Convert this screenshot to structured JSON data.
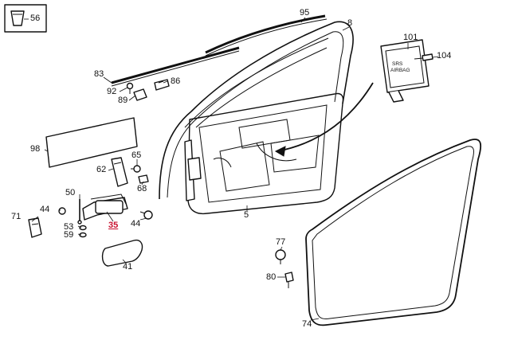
{
  "diagram": {
    "highlight_color": "#c8102e",
    "airbag_label_line1": "SRS",
    "airbag_label_line2": "AIRBAG",
    "callouts": [
      {
        "id": "56",
        "text": "56",
        "highlighted": false
      },
      {
        "id": "95",
        "text": "95",
        "highlighted": false
      },
      {
        "id": "8",
        "text": "8",
        "highlighted": false
      },
      {
        "id": "101",
        "text": "101",
        "highlighted": false
      },
      {
        "id": "104",
        "text": "104",
        "highlighted": false
      },
      {
        "id": "83",
        "text": "83",
        "highlighted": false
      },
      {
        "id": "86",
        "text": "86",
        "highlighted": false
      },
      {
        "id": "92",
        "text": "92",
        "highlighted": false
      },
      {
        "id": "89",
        "text": "89",
        "highlighted": false
      },
      {
        "id": "98",
        "text": "98",
        "highlighted": false
      },
      {
        "id": "65",
        "text": "65",
        "highlighted": false
      },
      {
        "id": "62",
        "text": "62",
        "highlighted": false
      },
      {
        "id": "68",
        "text": "68",
        "highlighted": false
      },
      {
        "id": "50",
        "text": "50",
        "highlighted": false
      },
      {
        "id": "71",
        "text": "71",
        "highlighted": false
      },
      {
        "id": "44a",
        "text": "44",
        "highlighted": false
      },
      {
        "id": "35",
        "text": "35",
        "highlighted": true
      },
      {
        "id": "53",
        "text": "53",
        "highlighted": false
      },
      {
        "id": "59",
        "text": "59",
        "highlighted": false
      },
      {
        "id": "44b",
        "text": "44",
        "highlighted": false
      },
      {
        "id": "5",
        "text": "5",
        "highlighted": false
      },
      {
        "id": "41",
        "text": "41",
        "highlighted": false
      },
      {
        "id": "77",
        "text": "77",
        "highlighted": false
      },
      {
        "id": "80",
        "text": "80",
        "highlighted": false
      },
      {
        "id": "74",
        "text": "74",
        "highlighted": false
      }
    ]
  }
}
